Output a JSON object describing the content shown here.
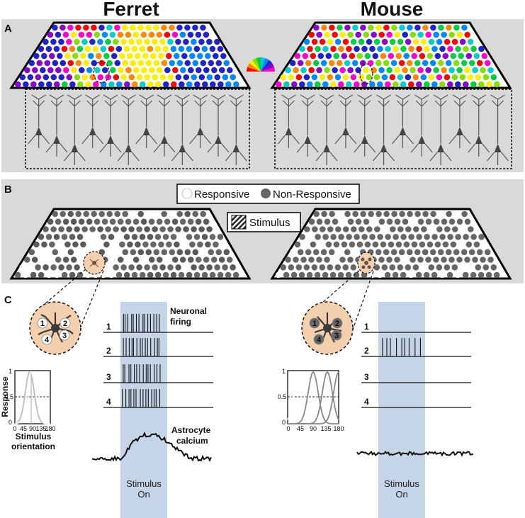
{
  "headers": {
    "ferret": "Ferret",
    "mouse": "Mouse"
  },
  "panels": {
    "a": "A",
    "b": "B",
    "c": "C"
  },
  "legend": {
    "responsive": "Responsive",
    "non_responsive": "Non-Responsive",
    "stimulus": "Stimulus"
  },
  "labels": {
    "neuronal_firing_1": "Neuronal",
    "neuronal_firing_2": "firing",
    "astrocyte_1": "Astrocyte",
    "astrocyte_2": "calcium",
    "stimulus_on_1": "Stimulus",
    "stimulus_on_2": "On",
    "response": "Response",
    "stim_orient_1": "Stimulus",
    "stim_orient_2": "orientation"
  },
  "traces": [
    "1",
    "2",
    "3",
    "4"
  ],
  "cells": [
    "1",
    "2",
    "3",
    "4"
  ],
  "tuning_y_ticks": [
    "1",
    "0.5",
    "0"
  ],
  "tuning_x_ticks": [
    "0",
    "45",
    "90",
    "135",
    "180"
  ],
  "colors": {
    "panel_bg": "#d9d9d9",
    "stim_band": "#c6d4e8",
    "astro": "#f3cfae",
    "responsive": "#ffffff",
    "non_responsive": "#666666"
  }
}
